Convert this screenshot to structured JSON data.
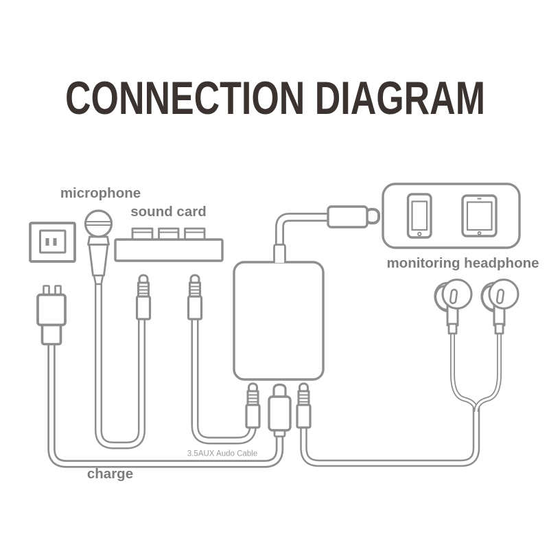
{
  "title": "CONNECTION DIAGRAM",
  "labels": {
    "microphone": "microphone",
    "sound_card": "sound card",
    "monitoring_headphone": "monitoring headphone",
    "aux_cable": "3.5AUX Audo Cable",
    "charge": "charge"
  },
  "icons": [
    "wall-outlet-icon",
    "microphone-icon",
    "sound-card-icon",
    "usb-power-adapter-icon",
    "audio-jack-icon",
    "lightning-plug-icon",
    "adapter-box-icon",
    "lightning-connector-icon",
    "device-panel-icon",
    "phone-icon",
    "tablet-icon",
    "earbuds-icon"
  ],
  "colors": {
    "line": "#8d8d8d",
    "label": "#7b7b7b",
    "label_light": "#9c9c9c",
    "title": "#3a332f",
    "background": "#ffffff"
  }
}
